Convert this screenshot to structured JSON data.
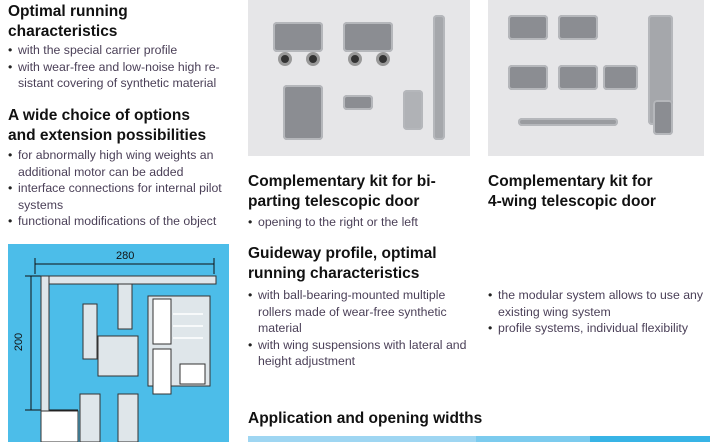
{
  "left": {
    "section1": {
      "title": [
        "Optimal running",
        "characteristics"
      ],
      "items": [
        "with the special carrier profile",
        "with wear-free and low-noise high re-sistant covering of synthetic material"
      ]
    },
    "section2": {
      "title": [
        "A wide choice of options",
        "and extension possibilities"
      ],
      "items": [
        "for abnormally high wing weights an additional motor can be added",
        "interface connections for internal pilot systems",
        "functional modifications of the object"
      ]
    },
    "diagram": {
      "width_label": "280",
      "height_label": "200"
    }
  },
  "kit_biparting": {
    "title": [
      "Complementary kit for bi-",
      "parting telescopic door"
    ],
    "items": [
      "opening to the right or the left"
    ]
  },
  "kit_4wing": {
    "title": [
      "Complementary kit for",
      "4-wing telescopic door"
    ]
  },
  "guideway": {
    "title": [
      "Guideway profile, optimal",
      "running characteristics"
    ],
    "items": [
      "with ball-bearing-mounted multiple rollers made of wear-free synthetic material",
      "with wing suspensions with lateral and height adjustment"
    ]
  },
  "modular": {
    "items": [
      "the modular system allows to use any existing wing system",
      "profile systems, individual flexibility"
    ]
  },
  "application": {
    "title": "Application and opening widths"
  },
  "colors": {
    "diagram_bg": "#4cbde9",
    "bar1": "#9fd6f2",
    "bar2": "#7ccbee",
    "bar3": "#38b4e6"
  }
}
